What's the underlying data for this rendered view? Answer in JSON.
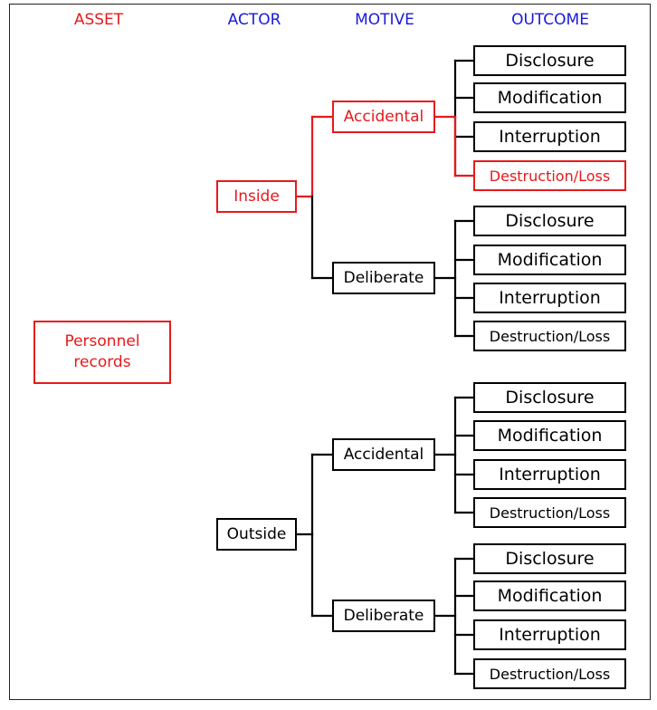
{
  "headers": {
    "asset": "ASSET",
    "actor": "ACTOR",
    "motive": "MOTIVE",
    "outcome": "OUTCOME"
  },
  "colors": {
    "asset_header": "#e8191c",
    "other_headers": "#1a1adc",
    "highlight": "#e8191c",
    "default": "#000000"
  },
  "asset": {
    "line1": "Personnel",
    "line2": "records",
    "highlighted": true
  },
  "actors": [
    {
      "label": "Inside",
      "highlighted": true,
      "motives": [
        {
          "label": "Accidental",
          "highlighted": true,
          "outcomes": [
            {
              "label": "Disclosure",
              "highlighted": false
            },
            {
              "label": "Modification",
              "highlighted": false
            },
            {
              "label": "Interruption",
              "highlighted": false
            },
            {
              "label": "Destruction/Loss",
              "highlighted": true
            }
          ]
        },
        {
          "label": "Deliberate",
          "highlighted": false,
          "outcomes": [
            {
              "label": "Disclosure",
              "highlighted": false
            },
            {
              "label": "Modification",
              "highlighted": false
            },
            {
              "label": "Interruption",
              "highlighted": false
            },
            {
              "label": "Destruction/Loss",
              "highlighted": false
            }
          ]
        }
      ]
    },
    {
      "label": "Outside",
      "highlighted": false,
      "motives": [
        {
          "label": "Accidental",
          "highlighted": false,
          "outcomes": [
            {
              "label": "Disclosure",
              "highlighted": false
            },
            {
              "label": "Modification",
              "highlighted": false
            },
            {
              "label": "Interruption",
              "highlighted": false
            },
            {
              "label": "Destruction/Loss",
              "highlighted": false
            }
          ]
        },
        {
          "label": "Deliberate",
          "highlighted": false,
          "outcomes": [
            {
              "label": "Disclosure",
              "highlighted": false
            },
            {
              "label": "Modification",
              "highlighted": false
            },
            {
              "label": "Interruption",
              "highlighted": false
            },
            {
              "label": "Destruction/Loss",
              "highlighted": false
            }
          ]
        }
      ]
    }
  ]
}
